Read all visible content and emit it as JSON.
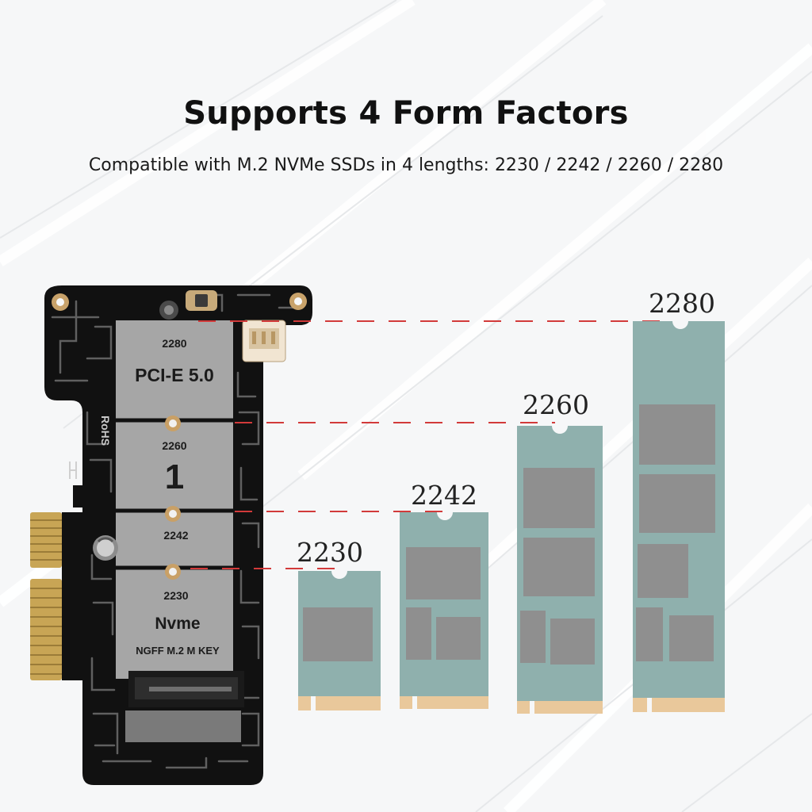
{
  "title": "Supports 4 Form Factors",
  "subtitle": "Compatible with M.2 NVMe SSDs in 4 lengths: 2230 / 2242 / 2260 / 2280",
  "board": {
    "slot_2280": "2280",
    "pcie": "PCI-E 5.0",
    "slot_2260": "2260",
    "slot_number": "1",
    "slot_2242": "2242",
    "slot_2230": "2230",
    "nvme": "Nvme",
    "ngff": "NGFF M.2 M KEY",
    "rohs": "RoHS"
  },
  "ssds": [
    {
      "label": "2230"
    },
    {
      "label": "2242"
    },
    {
      "label": "2260"
    },
    {
      "label": "2280"
    }
  ],
  "colors": {
    "ssd_board": "#8fb0ad",
    "ssd_chip": "#8f8f8f",
    "gold_finger": "#e9c89b",
    "pcb": "#111111",
    "pad_gray": "#a6a6a6",
    "guide_line": "#d23a3a"
  }
}
